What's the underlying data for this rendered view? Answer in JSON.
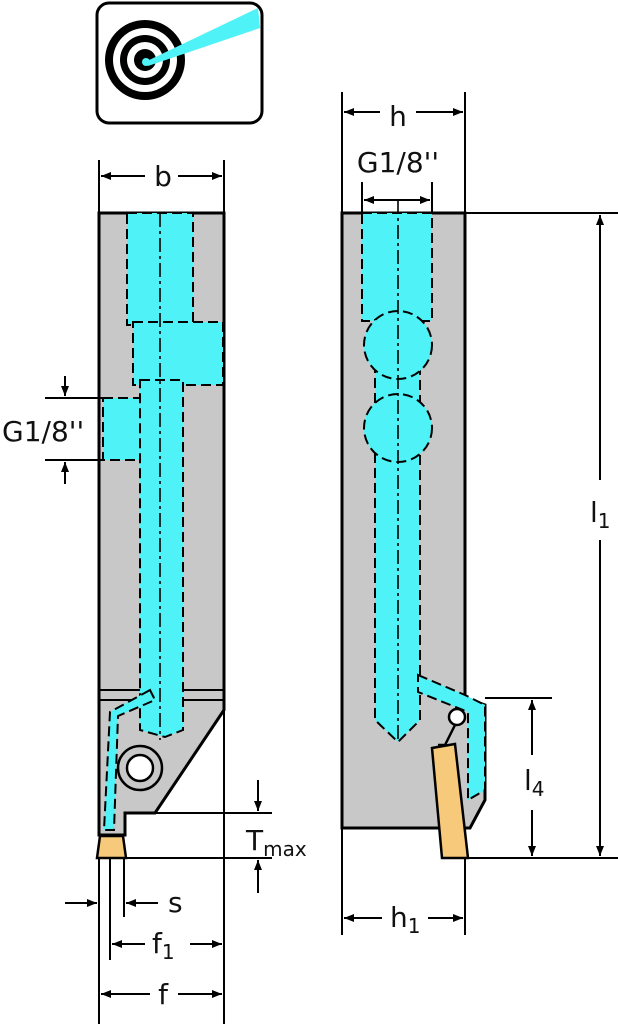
{
  "icon": {
    "name": "internal-coolant-target-icon",
    "colors": {
      "beam": "#4ff3f7",
      "rings": "#000000"
    }
  },
  "colors": {
    "body": "#c8c8c8",
    "coolant": "#4ff3f7",
    "insert": "#f7c97a"
  },
  "front_view": {
    "width_label": "b",
    "port_label": "G1/8''",
    "tmax_label": "T",
    "tmax_sub": "max",
    "s_label": "s",
    "f1_label": "f",
    "f1_sub": "1",
    "f_label": "f"
  },
  "side_view": {
    "height_label": "h",
    "port_label": "G1/8''",
    "l1_label": "l",
    "l1_sub": "1",
    "l4_label": "l",
    "l4_sub": "4",
    "h1_label": "h",
    "h1_sub": "1"
  }
}
